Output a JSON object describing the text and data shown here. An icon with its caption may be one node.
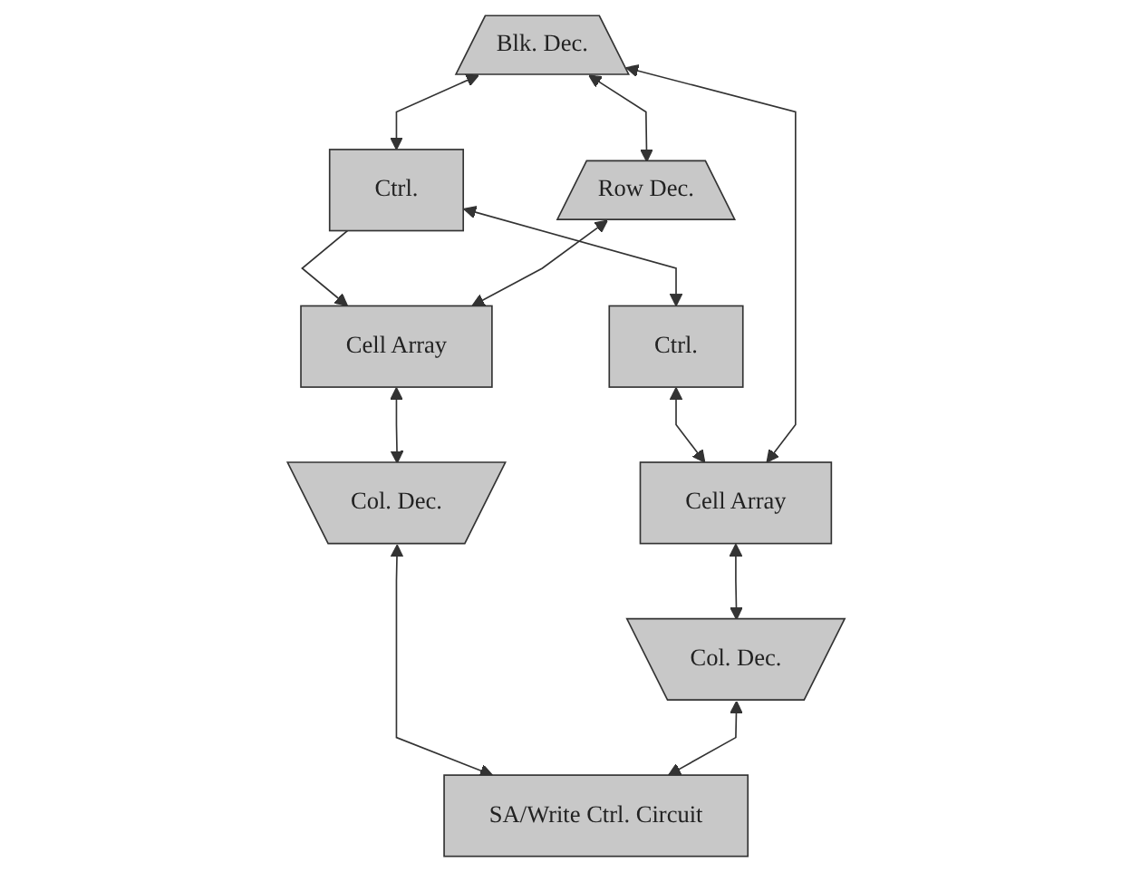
{
  "diagram": {
    "nodes": [
      {
        "text": [
          "Blk. Dec."
        ]
      },
      {
        "text": [
          "Ctrl."
        ]
      },
      {
        "text": [
          "Ctrl."
        ]
      },
      {
        "text": [
          "Row Dec."
        ]
      },
      {
        "text": [
          "Cell Array"
        ]
      },
      {
        "text": [
          "Cell Array"
        ]
      },
      {
        "text": [
          "Col. Dec."
        ]
      },
      {
        "text": [
          "Col. Dec."
        ]
      },
      {
        "text": [
          "SA/Write Ctrl. Circuit"
        ]
      }
    ],
    "edges": [
      {
        "from": 0,
        "to": 1,
        "arrow": "both"
      },
      {
        "from": 1,
        "to": 2,
        "arrow": "both"
      },
      {
        "from": 1,
        "to": 4,
        "arrow": "to"
      },
      {
        "from": 2,
        "to": 5,
        "arrow": "both"
      },
      {
        "from": 0,
        "to": 3,
        "arrow": "both"
      },
      {
        "from": 0,
        "to": 5,
        "arrow": "both"
      },
      {
        "from": 3,
        "to": 4,
        "arrow": "both"
      },
      {
        "from": 4,
        "to": 6,
        "arrow": "both"
      },
      {
        "from": 5,
        "to": 7,
        "arrow": "both"
      },
      {
        "from": 6,
        "to": 8,
        "arrow": "both"
      },
      {
        "from": 7,
        "to": 8,
        "arrow": "both"
      }
    ]
  }
}
